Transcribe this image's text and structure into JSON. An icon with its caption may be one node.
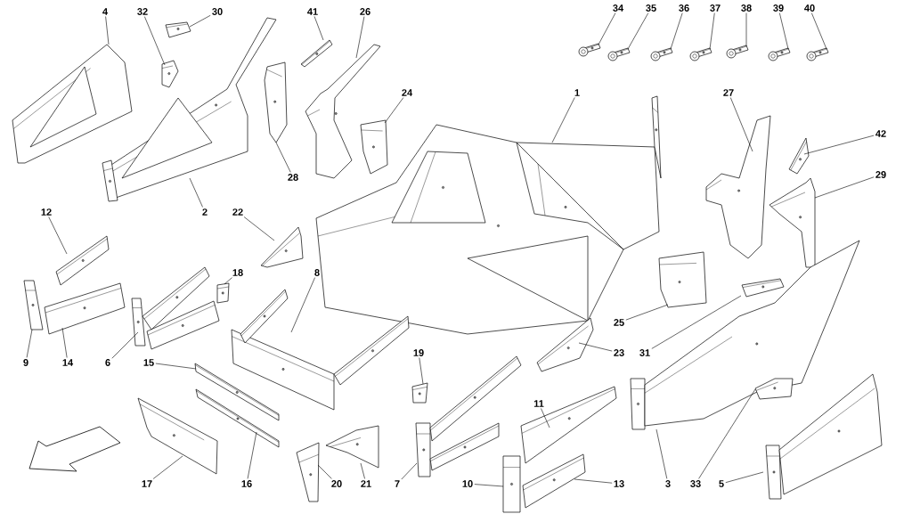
{
  "diagram": {
    "nodes": [
      {
        "text": [
          "4"
        ]
      },
      {
        "text": [
          "32"
        ]
      },
      {
        "text": [
          "30"
        ]
      },
      {
        "text": [
          "41"
        ]
      },
      {
        "text": [
          "26"
        ]
      },
      {
        "text": [
          "34"
        ]
      },
      {
        "text": [
          "35"
        ]
      },
      {
        "text": [
          "36"
        ]
      },
      {
        "text": [
          "37"
        ]
      },
      {
        "text": [
          "38"
        ]
      },
      {
        "text": [
          "39"
        ]
      },
      {
        "text": [
          "40"
        ]
      },
      {
        "text": [
          "24"
        ]
      },
      {
        "text": [
          "1"
        ]
      },
      {
        "text": [
          "27"
        ]
      },
      {
        "text": [
          "42"
        ]
      },
      {
        "text": [
          "29"
        ]
      },
      {
        "text": [
          "28"
        ]
      },
      {
        "text": [
          "12"
        ]
      },
      {
        "text": [
          "2"
        ]
      },
      {
        "text": [
          "22"
        ]
      },
      {
        "text": [
          "18"
        ]
      },
      {
        "text": [
          "8"
        ]
      },
      {
        "text": [
          "25"
        ]
      },
      {
        "text": [
          "19"
        ]
      },
      {
        "text": [
          "23"
        ]
      },
      {
        "text": [
          "31"
        ]
      },
      {
        "text": [
          "9"
        ]
      },
      {
        "text": [
          "14"
        ]
      },
      {
        "text": [
          "6"
        ]
      },
      {
        "text": [
          "15"
        ]
      },
      {
        "text": [
          "11"
        ]
      },
      {
        "text": [
          "17"
        ]
      },
      {
        "text": [
          "16"
        ]
      },
      {
        "text": [
          "20"
        ]
      },
      {
        "text": [
          "21"
        ]
      },
      {
        "text": [
          "7"
        ]
      },
      {
        "text": [
          "10"
        ]
      },
      {
        "text": [
          "13"
        ]
      },
      {
        "text": [
          "3"
        ]
      },
      {
        "text": [
          "33"
        ]
      },
      {
        "text": [
          "5"
        ]
      },
      {
        "text": [],
        "shape": "picture"
      },
      {
        "text": [],
        "shape": "picture"
      },
      {
        "text": [],
        "shape": "picture"
      },
      {
        "text": [],
        "shape": "picture"
      },
      {
        "text": [],
        "shape": "picture"
      },
      {
        "text": [],
        "shape": "picture"
      },
      {
        "text": [],
        "shape": "picture"
      },
      {
        "text": [],
        "shape": "picture"
      },
      {
        "text": [],
        "shape": "picture"
      },
      {
        "text": [],
        "shape": "picture"
      },
      {
        "text": [],
        "shape": "picture"
      },
      {
        "text": [],
        "shape": "picture"
      },
      {
        "text": [],
        "shape": "picture"
      },
      {
        "text": [],
        "shape": "picture"
      },
      {
        "text": [],
        "shape": "picture"
      },
      {
        "text": [],
        "shape": "picture"
      },
      {
        "text": [],
        "shape": "picture"
      },
      {
        "text": [],
        "shape": "picture"
      },
      {
        "text": [],
        "shape": "picture"
      },
      {
        "text": [],
        "shape": "picture"
      },
      {
        "text": [],
        "shape": "picture"
      },
      {
        "text": [],
        "shape": "picture"
      },
      {
        "text": [],
        "shape": "picture"
      },
      {
        "text": [],
        "shape": "picture"
      },
      {
        "text": [],
        "shape": "picture"
      },
      {
        "text": [],
        "shape": "picture"
      },
      {
        "text": [],
        "shape": "picture"
      },
      {
        "text": [],
        "shape": "picture"
      },
      {
        "text": [],
        "shape": "picture"
      },
      {
        "text": [],
        "shape": "picture"
      },
      {
        "text": [],
        "shape": "picture"
      },
      {
        "text": [],
        "shape": "picture"
      },
      {
        "text": [],
        "shape": "picture"
      },
      {
        "text": [],
        "shape": "picture"
      },
      {
        "text": [],
        "shape": "picture"
      },
      {
        "text": [],
        "shape": "picture"
      },
      {
        "text": [],
        "shape": "picture"
      },
      {
        "text": [],
        "shape": "picture"
      },
      {
        "text": [],
        "shape": "picture"
      },
      {
        "text": [],
        "shape": "picture"
      },
      {
        "text": [],
        "shape": "picture"
      },
      {
        "text": [],
        "shape": "picture"
      }
    ],
    "edges": [
      {
        "from": 0,
        "to": 42,
        "arrow": "none"
      },
      {
        "from": 1,
        "to": 43,
        "arrow": "none"
      },
      {
        "from": 2,
        "to": 44,
        "arrow": "none"
      },
      {
        "from": 3,
        "to": 45,
        "arrow": "none"
      },
      {
        "from": 4,
        "to": 46,
        "arrow": "none"
      },
      {
        "from": 5,
        "to": 47,
        "arrow": "none"
      },
      {
        "from": 6,
        "to": 48,
        "arrow": "none"
      },
      {
        "from": 7,
        "to": 49,
        "arrow": "none"
      },
      {
        "from": 8,
        "to": 50,
        "arrow": "none"
      },
      {
        "from": 9,
        "to": 51,
        "arrow": "none"
      },
      {
        "from": 10,
        "to": 52,
        "arrow": "none"
      },
      {
        "from": 11,
        "to": 53,
        "arrow": "none"
      },
      {
        "from": 12,
        "to": 54,
        "arrow": "none"
      },
      {
        "from": 13,
        "to": 55,
        "arrow": "none"
      },
      {
        "from": 14,
        "to": 56,
        "arrow": "none"
      },
      {
        "from": 15,
        "to": 57,
        "arrow": "none"
      },
      {
        "from": 16,
        "to": 58,
        "arrow": "none"
      },
      {
        "from": 17,
        "to": 59,
        "arrow": "none"
      },
      {
        "from": 18,
        "to": 60,
        "arrow": "none"
      },
      {
        "from": 19,
        "to": 61,
        "arrow": "none"
      },
      {
        "from": 20,
        "to": 62,
        "arrow": "none"
      },
      {
        "from": 21,
        "to": 63,
        "arrow": "none"
      },
      {
        "from": 22,
        "to": 64,
        "arrow": "none"
      },
      {
        "from": 23,
        "to": 65,
        "arrow": "none"
      },
      {
        "from": 24,
        "to": 66,
        "arrow": "none"
      },
      {
        "from": 25,
        "to": 67,
        "arrow": "none"
      },
      {
        "from": 26,
        "to": 68,
        "arrow": "none"
      },
      {
        "from": 27,
        "to": 69,
        "arrow": "none"
      },
      {
        "from": 28,
        "to": 70,
        "arrow": "none"
      },
      {
        "from": 29,
        "to": 71,
        "arrow": "none"
      },
      {
        "from": 30,
        "to": 72,
        "arrow": "none"
      },
      {
        "from": 31,
        "to": 73,
        "arrow": "none"
      },
      {
        "from": 32,
        "to": 74,
        "arrow": "none"
      },
      {
        "from": 33,
        "to": 75,
        "arrow": "none"
      },
      {
        "from": 34,
        "to": 76,
        "arrow": "none"
      },
      {
        "from": 35,
        "to": 77,
        "arrow": "none"
      },
      {
        "from": 36,
        "to": 78,
        "arrow": "none"
      },
      {
        "from": 37,
        "to": 79,
        "arrow": "none"
      },
      {
        "from": 38,
        "to": 80,
        "arrow": "none"
      },
      {
        "from": 39,
        "to": 81,
        "arrow": "none"
      },
      {
        "from": 40,
        "to": 82,
        "arrow": "none"
      },
      {
        "from": 41,
        "to": 83,
        "arrow": "none"
      }
    ]
  }
}
